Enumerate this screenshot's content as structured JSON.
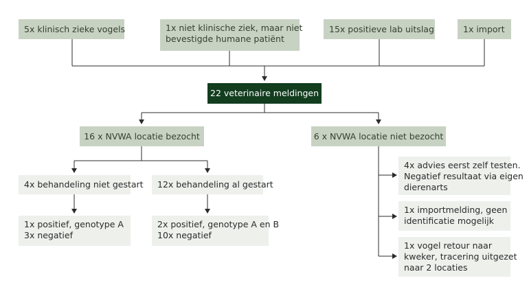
{
  "sources": [
    {
      "id": "sick-birds",
      "label": "5x klinisch zieke vogels"
    },
    {
      "id": "human-patient",
      "lines": [
        "1x niet klinische ziek, maar niet",
        "bevestigde humane patiënt"
      ]
    },
    {
      "id": "lab-positive",
      "label": "15x positieve lab uitslag"
    },
    {
      "id": "import",
      "label": "1x import"
    }
  ],
  "central": {
    "label": "22 veterinaire meldingen"
  },
  "branches": {
    "visited": {
      "label": "16 x NVWA locatie bezocht"
    },
    "not_visited": {
      "label": "6 x NVWA locatie niet bezocht"
    }
  },
  "visited_children": {
    "not_started": {
      "label": "4x behandeling niet gestart",
      "result_lines": [
        "1x positief, genotype A",
        "3x negatief"
      ]
    },
    "started": {
      "label": "12x behandeling al gestart",
      "result_lines": [
        "2x positief, genotype A en B",
        "10x negatief"
      ]
    }
  },
  "not_visited_children": [
    {
      "id": "advice",
      "lines": [
        "4x advies eerst zelf testen.",
        "Negatief resultaat via eigen",
        "dierenarts"
      ]
    },
    {
      "id": "import-report",
      "lines": [
        "1x importmelding, geen",
        "identificatie mogelijk"
      ]
    },
    {
      "id": "returned-bird",
      "lines": [
        "1x vogel retour naar",
        "kweker, tracering uitgezet",
        "naar 2 locaties"
      ]
    }
  ],
  "colors": {
    "mid_fill": "#c8d2c3",
    "light_fill": "#eef0ec",
    "dark_fill": "#123d1f",
    "line": "#2b2b2b"
  }
}
